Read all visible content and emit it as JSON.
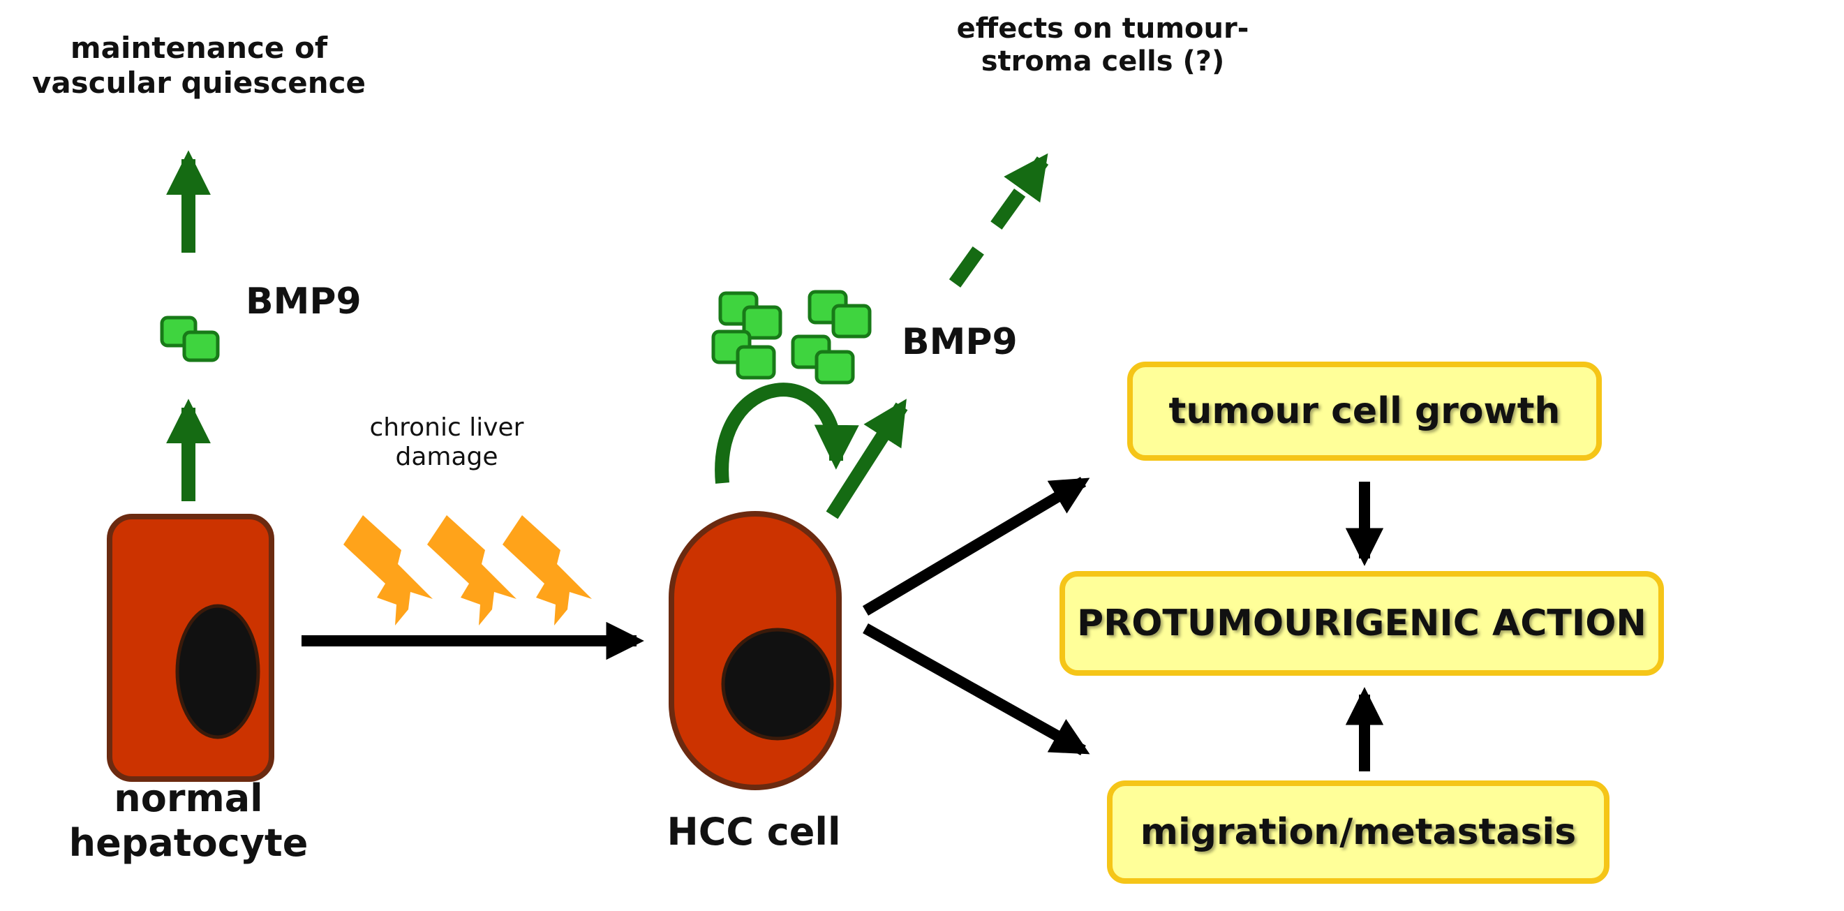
{
  "labels": {
    "vascular": [
      "maintenance of",
      "vascular quiescence"
    ],
    "stroma": [
      "effects on tumour-",
      "stroma cells (?)"
    ],
    "bmp9_left": "BMP9",
    "bmp9_right": "BMP9",
    "damage": [
      "chronic liver",
      "damage"
    ],
    "normal": [
      "normal",
      "hepatocyte"
    ],
    "hcc": "HCC cell"
  },
  "boxes": {
    "growth": "tumour cell growth",
    "action": "PROTUMOURIGENIC ACTION",
    "migration": "migration/metastasis"
  },
  "colors": {
    "green_arrow": "#156b13",
    "bmp9_fill": "#3fd43f",
    "bmp9_stroke": "#187a18",
    "cell_fill": "#cc3300",
    "cell_stroke": "#6b2a10",
    "nucleus": "#111111",
    "bolt": "#ffa31a",
    "box_fill": "#ffff99",
    "box_stroke": "#f5c518",
    "black_arrow": "#000000"
  }
}
